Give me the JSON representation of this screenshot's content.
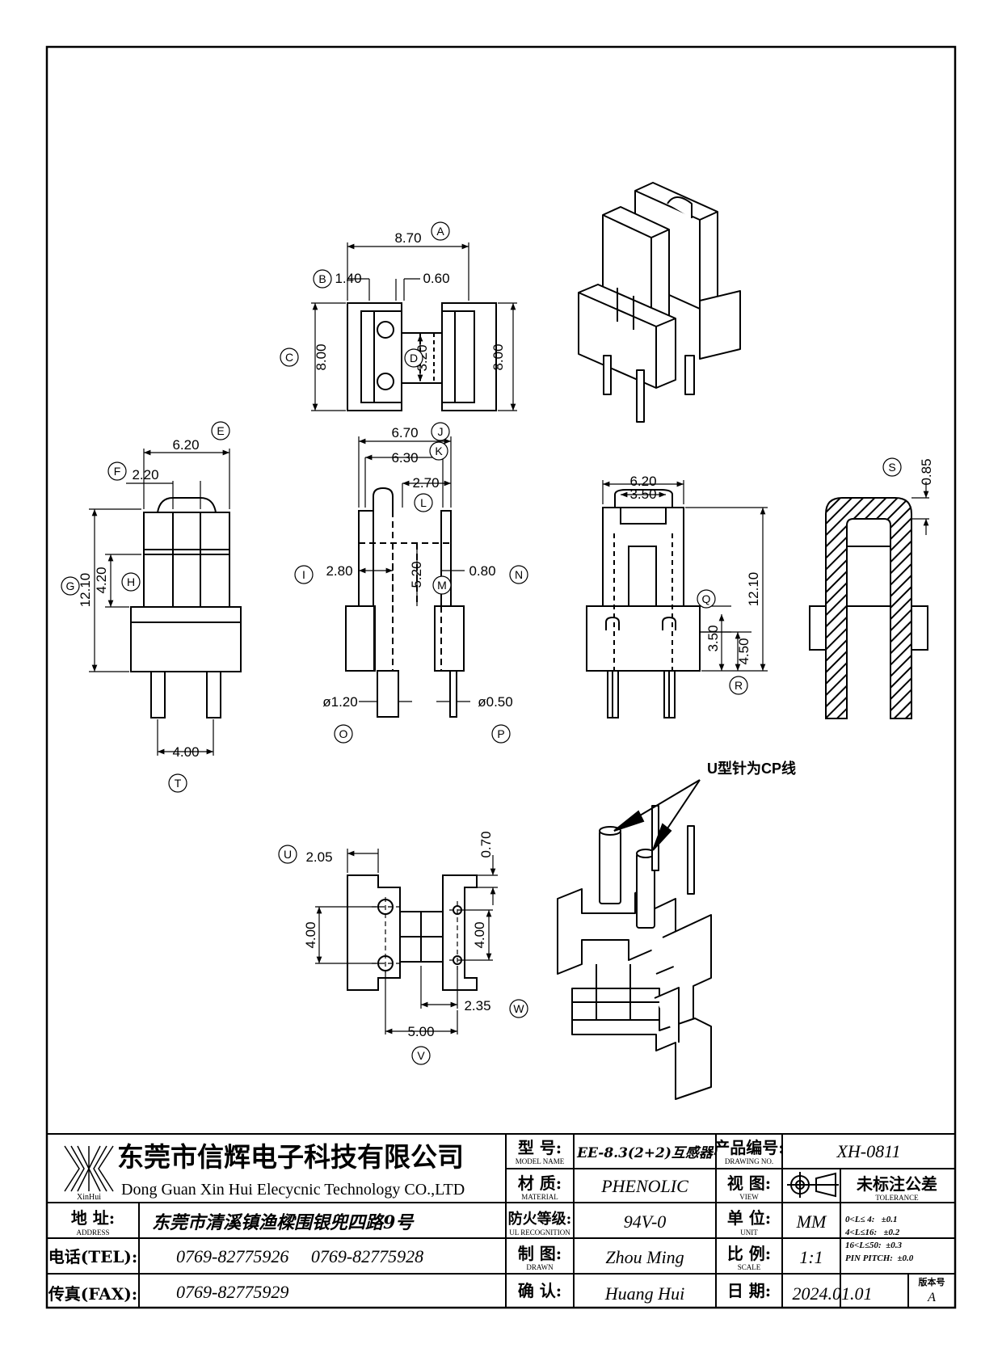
{
  "dims": {
    "A": "8.70",
    "B": "1.40",
    "B2": "0.60",
    "C": "8.00",
    "C2": "8.00",
    "D": "3.20",
    "E": "6.20",
    "F": "2.20",
    "G": "12.10",
    "H": "4.20",
    "J": "6.70",
    "K": "6.30",
    "L": "2.70",
    "I": "2.80",
    "M": "5.20",
    "N": "0.80",
    "O": "ø1.20",
    "P": "ø0.50",
    "R1": "6.20",
    "R2": "3.50",
    "R3": "12.10",
    "Q": "3.50",
    "R": "4.50",
    "S": "0.85",
    "T": "4.00",
    "U": "2.05",
    "U2": "0.70",
    "V1": "4.00",
    "V2": "4.00",
    "W": "2.35",
    "V": "5.00"
  },
  "bubbles": [
    "A",
    "B",
    "C",
    "D",
    "E",
    "F",
    "G",
    "H",
    "I",
    "J",
    "K",
    "L",
    "M",
    "N",
    "O",
    "P",
    "Q",
    "R",
    "S",
    "T",
    "U",
    "V",
    "W"
  ],
  "note": "U型针为CP线",
  "title_block": {
    "company_cn": "东莞市信辉电子科技有限公司",
    "company_en": "Dong Guan Xin Hui Elecycnic Technology CO.,LTD",
    "logo_text": "XinHui",
    "address_label": "地 址:",
    "address_sub": "ADDRESS",
    "address": "东莞市清溪镇渔樑围银兜四路9号",
    "tel_label": "电话(TEL):",
    "tel": "0769-82775926     0769-82775928",
    "fax_label": "传真(FAX):",
    "fax": "0769-82775929",
    "model_label": "型 号:",
    "model_sub": "MODEL NAME",
    "model": "EE-8.3(2+2)互感器",
    "material_label": "材 质:",
    "material_sub": "MATERIAL",
    "material": "PHENOLIC",
    "ul_label": "防火等级:",
    "ul_sub": "UL RECOGNITION",
    "ul": "94V-0",
    "drawn_label": "制 图:",
    "drawn_sub": "DRAWN",
    "drawn": "Zhou Ming",
    "check_label": "确 认:",
    "check": "Huang Hui",
    "drawing_no_label": "产品编号:",
    "drawing_no_sub": "DRAWING NO.",
    "drawing_no": "XH-0811",
    "view_label": "视 图:",
    "view_sub": "VIEW",
    "unit_label": "单 位:",
    "unit_sub": "UNIT",
    "unit": "MM",
    "scale_label": "比 例:",
    "scale_sub": "SCALE",
    "scale": "1:1",
    "date_label": "日 期:",
    "date": "2024.01.01",
    "tol_title": "未标注公差",
    "tol_sub": "TOLERANCE",
    "tol1": "0<L≤ 4:   ±0.1",
    "tol2": "4<L≤16:   ±0.2",
    "tol3": "16<L≤50:  ±0.3",
    "tol4": "PIN PITCH:  ±0.0",
    "version_label": "版本号",
    "version": "A"
  }
}
